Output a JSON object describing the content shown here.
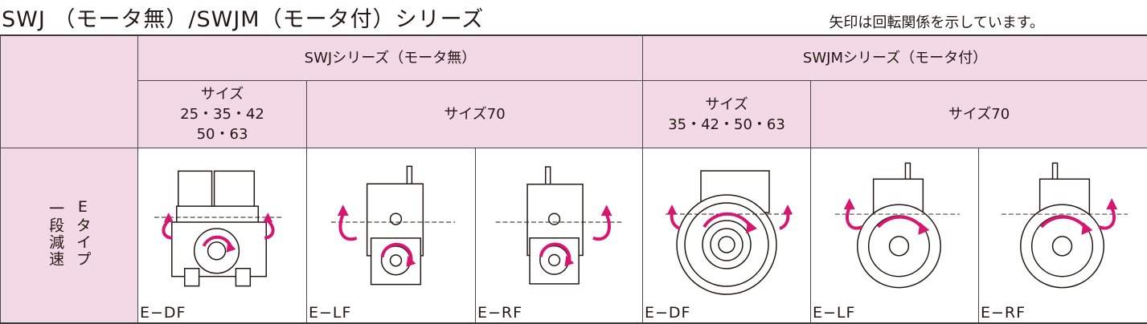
{
  "title": "SWJ （モータ無）/SWJM（モータ付）シリーズ",
  "note": "矢印は回転関係を示しています。",
  "header": {
    "swj": "SWJシリーズ（モータ無）",
    "swjm": "SWJMシリーズ（モータ付）",
    "sizes": {
      "swj_small": [
        "サイズ",
        "25・35・42",
        "50・63"
      ],
      "swj_70": "サイズ70",
      "swjm_small": [
        "サイズ",
        "35・42・50・63"
      ],
      "swjm_70": "サイズ70"
    }
  },
  "row_label": {
    "col1": "一段減速",
    "col2": "Eタイプ"
  },
  "cells": [
    {
      "code": "E−DF",
      "icon": "gear-reducer-front-icon"
    },
    {
      "code": "E−LF",
      "icon": "gear-reducer-left-icon"
    },
    {
      "code": "E−RF",
      "icon": "gear-reducer-right-icon"
    },
    {
      "code": "E−DF",
      "icon": "motor-reducer-front-icon"
    },
    {
      "code": "E−LF",
      "icon": "motor-reducer-left-icon"
    },
    {
      "code": "E−RF",
      "icon": "motor-reducer-right-icon"
    }
  ],
  "colors": {
    "header_bg": "#f3d8e6",
    "arrow": "#d6166f",
    "line": "#231815"
  }
}
